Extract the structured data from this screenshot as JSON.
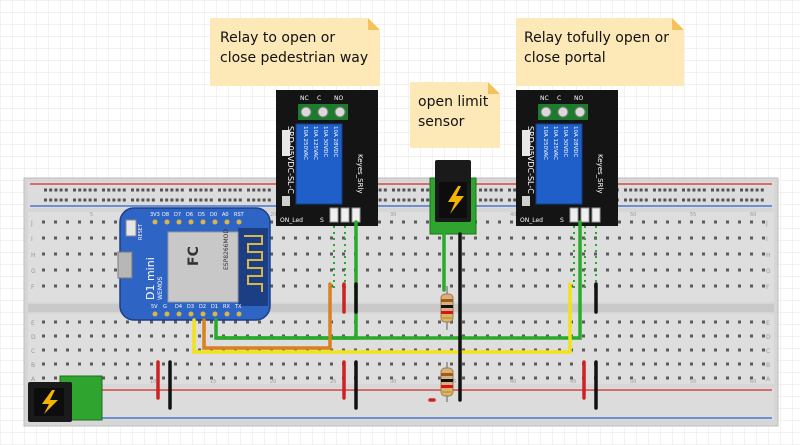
{
  "notes": {
    "relay1": {
      "line1": "Relay to open or",
      "line2": "close pedestrian way"
    },
    "sensor": {
      "line1": "open limit",
      "line2": "sensor"
    },
    "relay2": {
      "line1": "Relay tofully open or",
      "line2": "close portal"
    }
  },
  "relay_module": {
    "terminals": [
      "NC",
      "C",
      "NO"
    ],
    "ratings": [
      "10A 250VAC",
      "10A 125VAC",
      "10A 30VDC",
      "10A 28VDC"
    ],
    "part": "SRD-05VDC-SL-C",
    "brand": "Keyes_SRly",
    "led_label": "ON_Led",
    "pin_label": "S"
  },
  "wemos": {
    "top_pins": [
      "3V3",
      "D8",
      "D7",
      "D6",
      "D5",
      "D0",
      "A0",
      "RST"
    ],
    "bottom_pins": [
      "5V",
      "G",
      "D4",
      "D3",
      "D2",
      "D1",
      "RX",
      "TX"
    ],
    "reset_label": "RESET",
    "module_name": "ESP8266MOD",
    "brand": "D1 mini",
    "sub_brand": "WEMOS"
  },
  "breadboard": {
    "row_letters": [
      "J",
      "I",
      "H",
      "G",
      "F",
      "E",
      "D",
      "C",
      "B",
      "A"
    ],
    "col_numbers": [
      "5",
      "10",
      "15",
      "20",
      "25",
      "30",
      "35",
      "40",
      "45",
      "50",
      "55",
      "60"
    ]
  },
  "colors": {
    "note_bg": "#fde8b8",
    "note_fold": "#f4c25a",
    "relay_blue": "#1f5fc9",
    "wire_green": "#2aaa2a",
    "wire_red": "#cc2222",
    "wire_yellow": "#f2e21a",
    "wire_orange": "#d9801f",
    "wire_black": "#111111",
    "board_red": "#d12b2b",
    "board_blue": "#2f5fd0"
  }
}
